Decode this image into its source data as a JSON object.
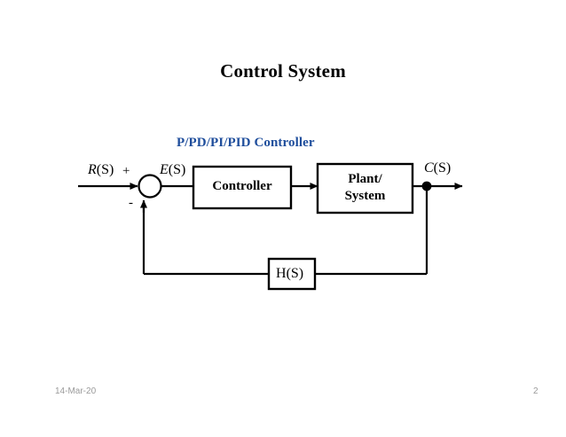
{
  "slide": {
    "title": "Control System",
    "subtitle": "P/PD/PI/PID Controller",
    "subtitle_color": "#1F4E9C",
    "stroke_color": "#000000",
    "background_color": "#FFFFFF"
  },
  "diagram": {
    "type": "block-diagram",
    "name": "closed-loop-feedback-control-system",
    "signals": {
      "reference": {
        "var": "R",
        "arg": "(S)"
      },
      "error": {
        "var": "E",
        "arg": "(S)"
      },
      "output": {
        "var": "C",
        "arg": "(S)"
      },
      "feedback": {
        "var": "H",
        "arg": "(S)"
      }
    },
    "summing_junction": {
      "positive_sign": "+",
      "negative_sign": "-"
    },
    "blocks": [
      {
        "id": "controller",
        "label": "Controller"
      },
      {
        "id": "plant",
        "label": "Plant/\nSystem"
      },
      {
        "id": "feedback",
        "label_var": "H",
        "label_arg": "(S)"
      }
    ]
  },
  "footer": {
    "date": "14-Mar-20",
    "page_number": "2",
    "color": "#9A9A9A"
  }
}
